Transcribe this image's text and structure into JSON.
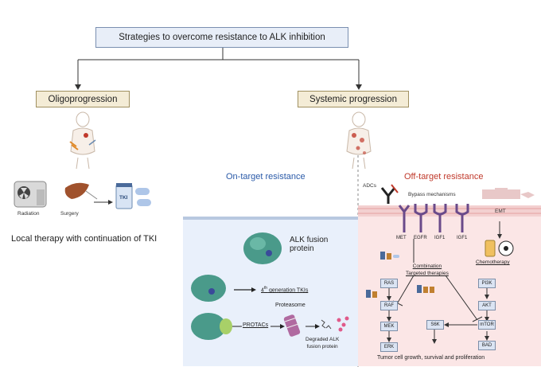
{
  "root": {
    "title": "Strategies to overcome resistance to ALK inhibition"
  },
  "branches": {
    "left": {
      "label": "Oligoprogression"
    },
    "right": {
      "label": "Systemic progression"
    }
  },
  "local": {
    "radiation": "Radiation",
    "surgery": "Surgery",
    "tki_pill": "TKI",
    "caption": "Local therapy with continuation of TKI"
  },
  "on_target": {
    "title": "On-target resistance",
    "fusion_label_1": "ALK fusion",
    "fusion_label_2": "protein",
    "gen_tki_number": "4",
    "gen_tki_sup": "th",
    "gen_tki_rest": " generation TKIs",
    "protacs": "PROTACs",
    "proteasome": "Proteasome",
    "degraded_1": "Degraded ALK",
    "degraded_2": "fusion protein"
  },
  "off_target": {
    "title": "Off-target resistance",
    "adcs": "ADCs",
    "bypass": "Bypass mechanisms",
    "emt": "EMT",
    "receptors": [
      "MET",
      "EGFR",
      "IGF1",
      "IGF1"
    ],
    "combination_1": "Combination",
    "combination_2": "Targeted therapies",
    "chemotherapy": "Chemotherapy",
    "left_path": [
      "RAS",
      "RAF",
      "MEK",
      "ERK"
    ],
    "s6k": "S6K",
    "right_path": [
      "PI3K",
      "AKT",
      "mTOR",
      "BAD"
    ],
    "outcome": "Tumor cell growth, survival and proliferation"
  },
  "colors": {
    "on_title": "#2a5aa8",
    "off_title": "#c0392b",
    "on_panel": "#e9f0fb",
    "off_panel": "#fbe6e6",
    "receptor": "#6a4a8a",
    "protein": "#4a9a8a"
  }
}
